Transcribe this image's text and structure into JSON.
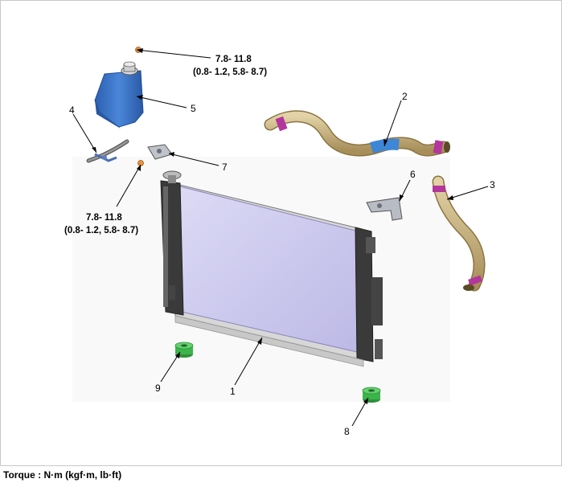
{
  "callouts": {
    "n1": "1",
    "n2": "2",
    "n3": "3",
    "n4": "4",
    "n5": "5",
    "n6": "6",
    "n7": "7",
    "n8": "8",
    "n9": "9"
  },
  "torque_specs": {
    "cap_bolt": {
      "line1": "7.8- 11.8",
      "line2": "(0.8- 1.2, 5.8- 8.7)"
    },
    "hose_bolt": {
      "line1": "7.8- 11.8",
      "line2": "(0.8- 1.2, 5.8- 8.7)"
    }
  },
  "footer": {
    "torque_units": "Torque : N·m (kgf·m, lb·ft)"
  },
  "colors": {
    "radiator_core": "#cbc8ec",
    "reservoir": "#3f76c9",
    "hose": "#c9b382",
    "hose_band": "#3e86d6",
    "clamp": "#b4359c",
    "mount": "#3bb44a"
  }
}
